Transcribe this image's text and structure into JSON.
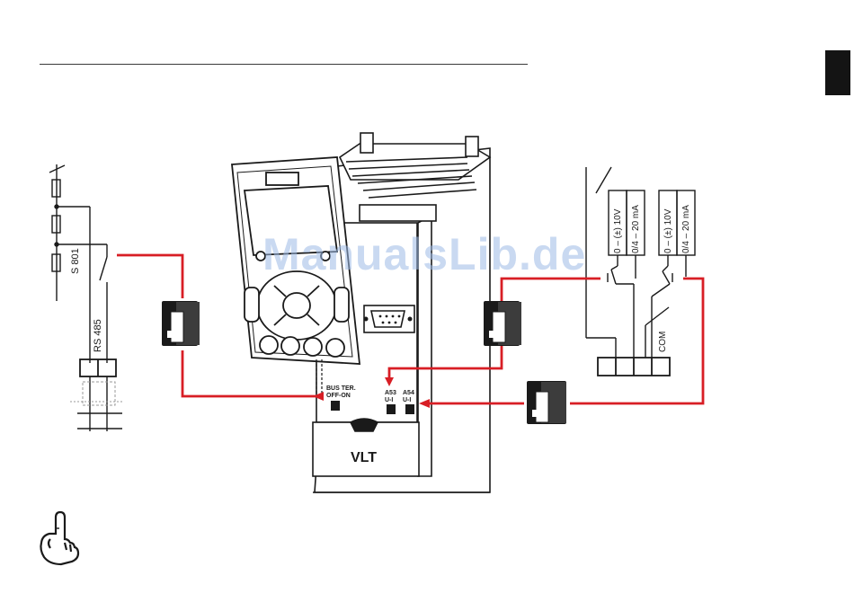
{
  "labels": {
    "s801": "S 801",
    "rs485": "RS 485",
    "bus_ter": "BUS TER.",
    "off_on": "OFF-ON",
    "a53": "A53",
    "a54": "A54",
    "u_i_53": "U-I",
    "u_i_54": "U-I",
    "brand": "VLT",
    "volt_left": "0 – (±) 10V",
    "current_left": "0/4 – 20 mA",
    "volt_right": "0 – (±) 10V",
    "current_right": "0/4 – 20 mA",
    "com": "COM"
  },
  "watermark": "ManualsLib.de",
  "colors": {
    "wire_red": "#d81e25",
    "line": "#1a1a1a",
    "tab": "#141414",
    "watermark": "#9dbbe6"
  },
  "icons": [
    "dip-switch-icon",
    "pointing-hand-icon",
    "keypad-icon",
    "sub-d-connector-icon"
  ]
}
